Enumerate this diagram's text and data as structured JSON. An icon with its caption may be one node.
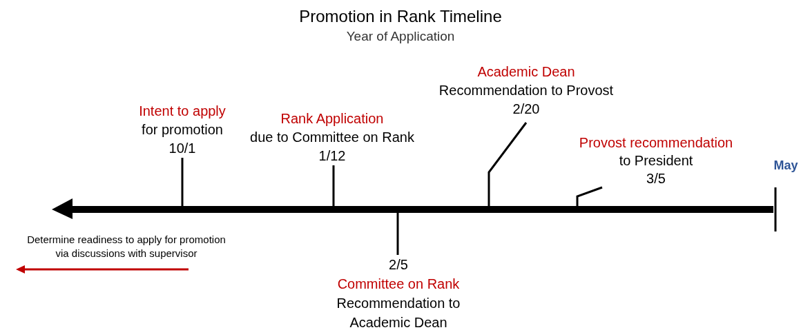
{
  "diagram": {
    "title": "Promotion in Rank Timeline",
    "caption": "Year of Application",
    "nodes": [
      {
        "text": [],
        "shape": "bar"
      },
      {
        "text": [
          "Intent to apply",
          "for promotion",
          "10/1"
        ]
      },
      {
        "text": [
          "Rank Application",
          "due to Committee on Rank",
          "1/12"
        ]
      },
      {
        "text": [
          "2/5",
          "Committee on Rank",
          "Recommendation to Academic Dean"
        ]
      },
      {
        "text": [
          "Academic Dean",
          "Recommendation to Provost",
          "2/20"
        ]
      },
      {
        "text": [
          "Provost recommendation",
          "to President",
          "3/5"
        ]
      }
    ],
    "edges": [
      {
        "from": 1,
        "to": 0,
        "arrow": "none"
      },
      {
        "from": 2,
        "to": 0,
        "arrow": "none"
      },
      {
        "from": 3,
        "to": 0,
        "arrow": "none"
      },
      {
        "from": 4,
        "to": 0,
        "arrow": "none"
      },
      {
        "from": 5,
        "to": 0,
        "arrow": "none"
      }
    ],
    "labels": [
      "May",
      "Determine readiness to apply for promotion via discussions with supervisor"
    ]
  }
}
